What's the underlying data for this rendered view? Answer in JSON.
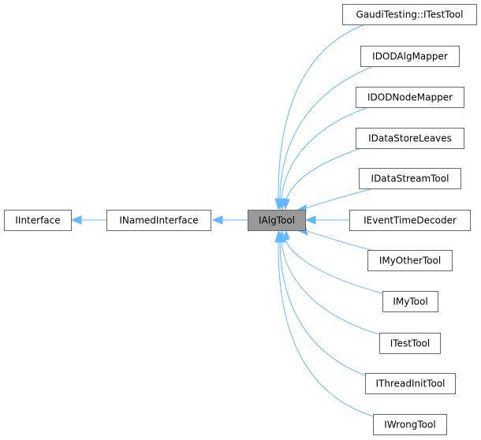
{
  "diagram": {
    "colors": {
      "edge": "#63b8ff",
      "box_border": "#666666",
      "box_fill": "#ffffff",
      "focus_fill": "#999999",
      "text": "#000000"
    },
    "nodes": {
      "iinterface": "IInterface",
      "inamedinterface": "INamedInterface",
      "ialgtool": "IAlgTool",
      "gaudi_itesttool": "GaudiTesting::ITestTool",
      "idodalgmapper": "IDODAlgMapper",
      "idodnodemapper": "IDODNodeMapper",
      "idatastoreleaves": "IDataStoreLeaves",
      "idatastreamtool": "IDataStreamTool",
      "ieventtimedecoder": "IEventTimeDecoder",
      "imyothertool": "IMyOtherTool",
      "imytool": "IMyTool",
      "itesttool": "ITestTool",
      "ithreadinittool": "IThreadInitTool",
      "iwrongtool": "IWrongTool"
    },
    "edges": [
      {
        "from": "inamedinterface",
        "to": "iinterface"
      },
      {
        "from": "ialgtool",
        "to": "inamedinterface"
      },
      {
        "from": "gaudi_itesttool",
        "to": "ialgtool"
      },
      {
        "from": "idodalgmapper",
        "to": "ialgtool"
      },
      {
        "from": "idodnodemapper",
        "to": "ialgtool"
      },
      {
        "from": "idatastoreleaves",
        "to": "ialgtool"
      },
      {
        "from": "idatastreamtool",
        "to": "ialgtool"
      },
      {
        "from": "ieventtimedecoder",
        "to": "ialgtool"
      },
      {
        "from": "imyothertool",
        "to": "ialgtool"
      },
      {
        "from": "imytool",
        "to": "ialgtool"
      },
      {
        "from": "itesttool",
        "to": "ialgtool"
      },
      {
        "from": "ithreadinittool",
        "to": "ialgtool"
      },
      {
        "from": "iwrongtool",
        "to": "ialgtool"
      }
    ]
  }
}
